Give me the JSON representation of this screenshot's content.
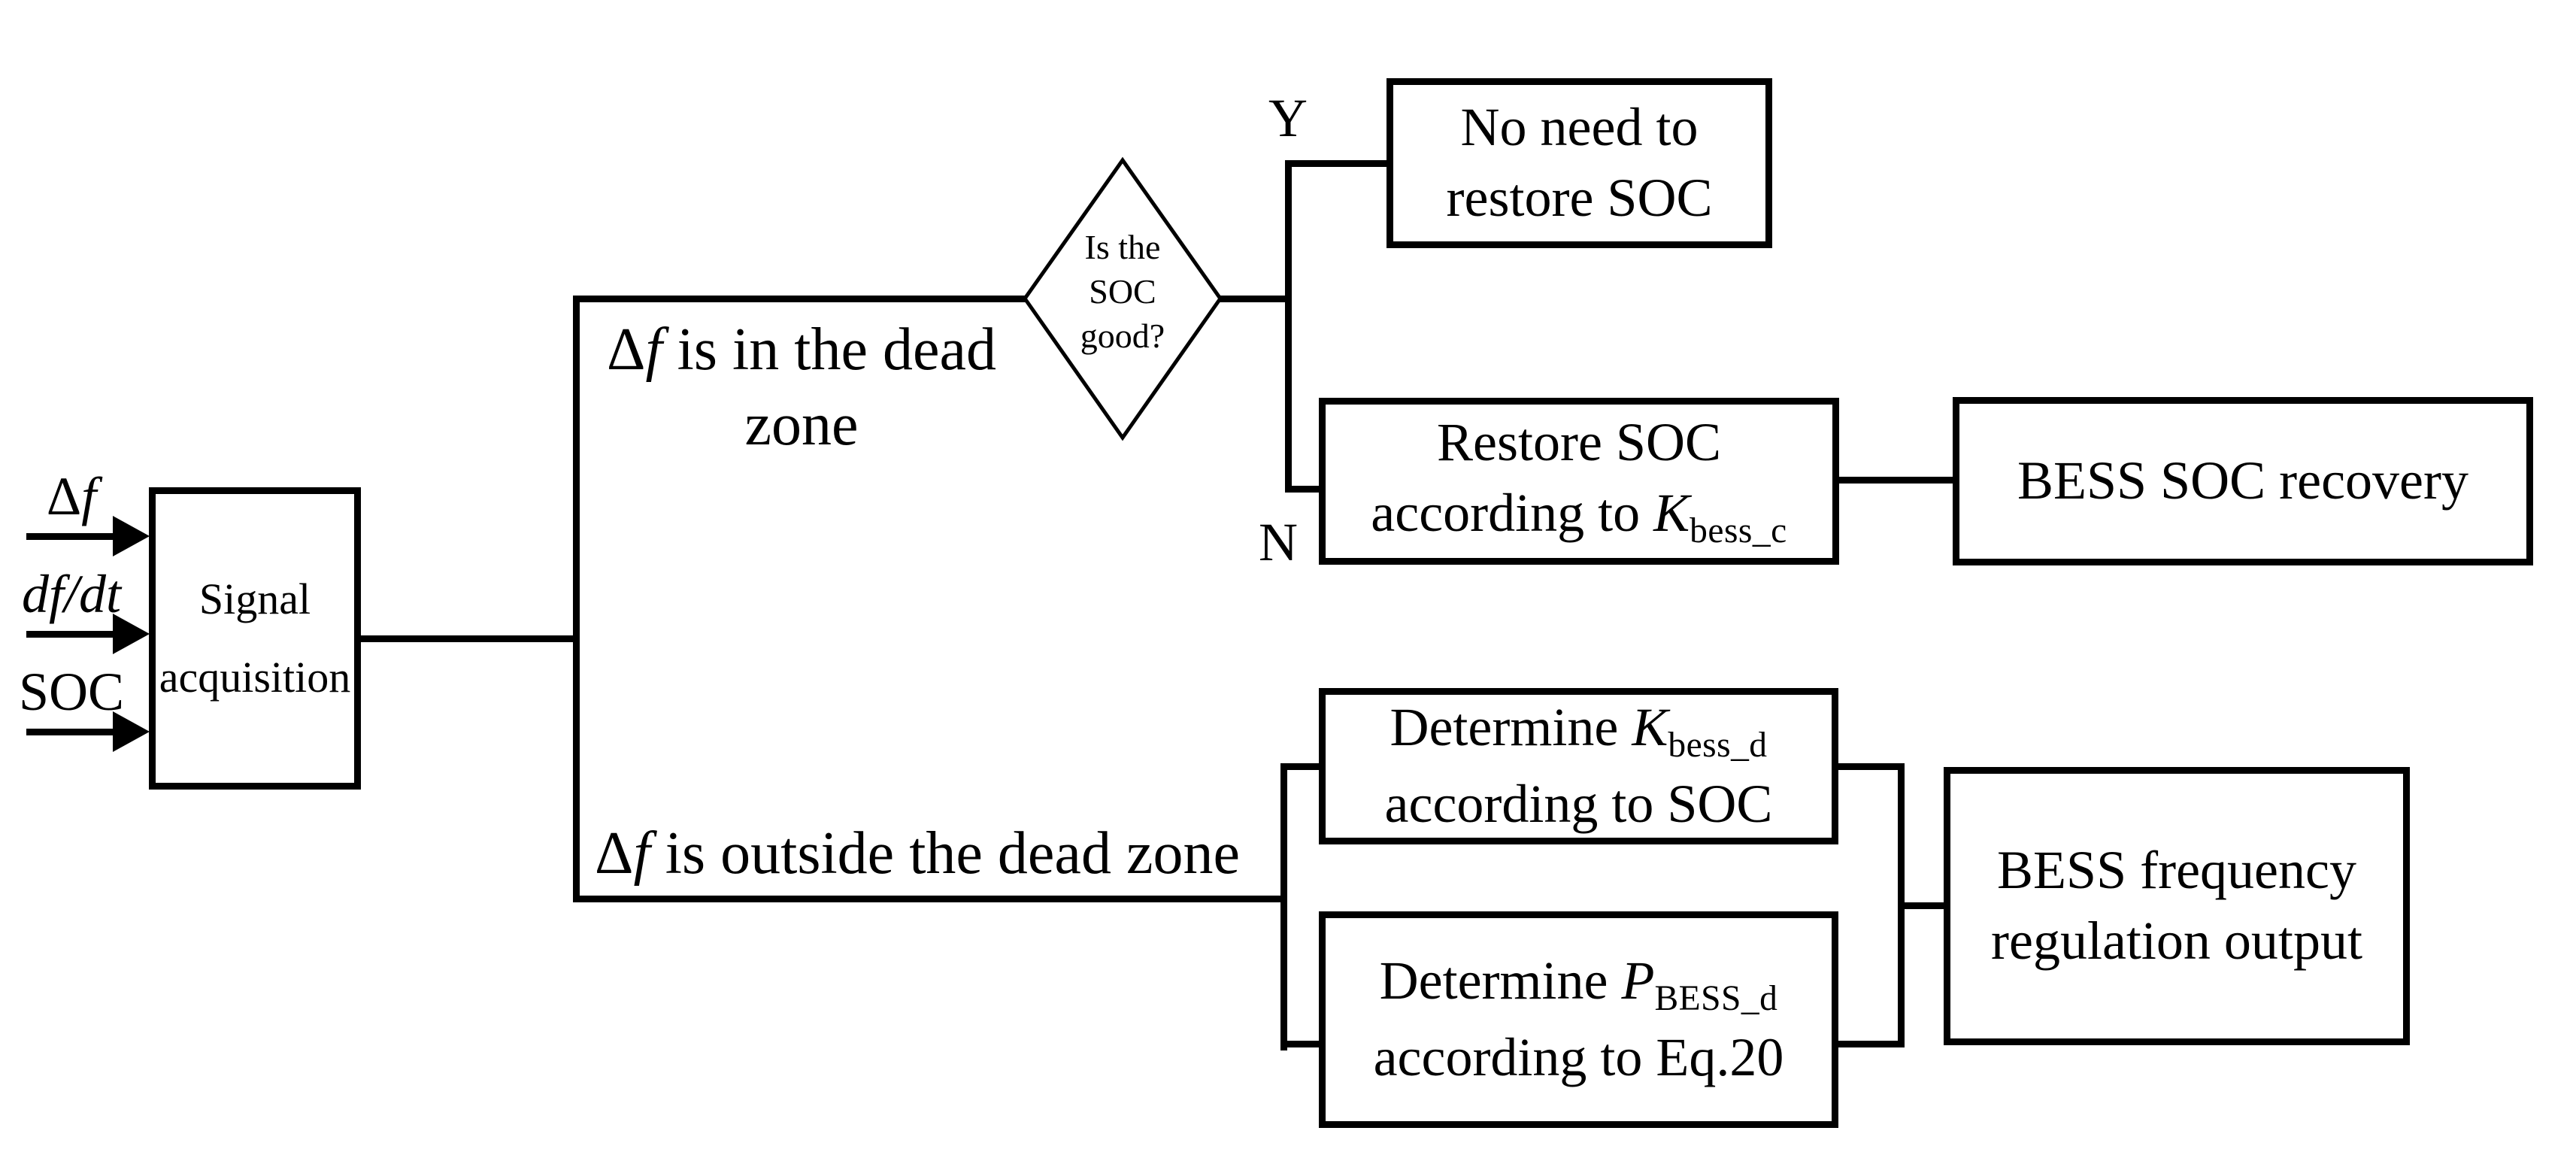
{
  "canvas": {
    "background": "#ffffff",
    "line_color": "#000000"
  },
  "inputs": [
    {
      "normal": "Δ",
      "italic": "f",
      "plain": ""
    },
    {
      "normal": "",
      "italic": "df/dt",
      "plain": ""
    },
    {
      "normal": "",
      "italic": "",
      "plain": "SOC"
    }
  ],
  "signal_box": {
    "line1": "Signal",
    "line2": "acquisition"
  },
  "branch_top": {
    "delta": "Δ",
    "f": "f",
    "rest": " is in the dead",
    "line2": "zone"
  },
  "decision": {
    "line1": "Is the",
    "line2": "SOC",
    "line3": "good?"
  },
  "labels": {
    "yes": "Y",
    "no": "N"
  },
  "no_need_box": {
    "line1": "No need to",
    "line2": "restore SOC"
  },
  "restore_box": {
    "line1": "Restore SOC",
    "line2_pre": "according to ",
    "var": "K",
    "sub": "bess_c"
  },
  "recovery_box": {
    "line1": "BESS SOC recovery"
  },
  "branch_bottom": {
    "delta": "Δ",
    "f": "f",
    "rest": " is outside the dead zone"
  },
  "determine_k_box": {
    "line1_pre": "Determine ",
    "var": "K",
    "sub": "bess_d",
    "line2": "according to SOC"
  },
  "determine_p_box": {
    "line1_pre": "Determine ",
    "var": "P",
    "sub": "BESS_d",
    "line2": "according to Eq.20"
  },
  "freq_box": {
    "line1": "BESS frequency",
    "line2": "regulation output"
  }
}
